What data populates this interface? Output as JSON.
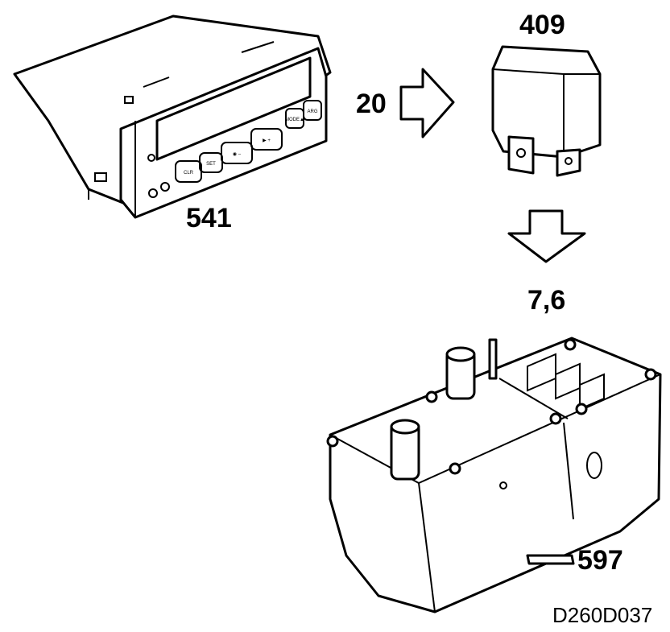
{
  "labels": {
    "display_unit": "541",
    "relay": "409",
    "arrow_right": "20",
    "arrow_down": "7,6",
    "heater": "597",
    "drawing_code": "D260D037"
  },
  "display_unit_buttons": [
    "CLR",
    "SET",
    "◉ –",
    "▶ +",
    "MODE▲",
    "ARG"
  ],
  "components": {
    "display_unit": "display-unit",
    "relay": "relay",
    "heater": "parking-heater"
  }
}
